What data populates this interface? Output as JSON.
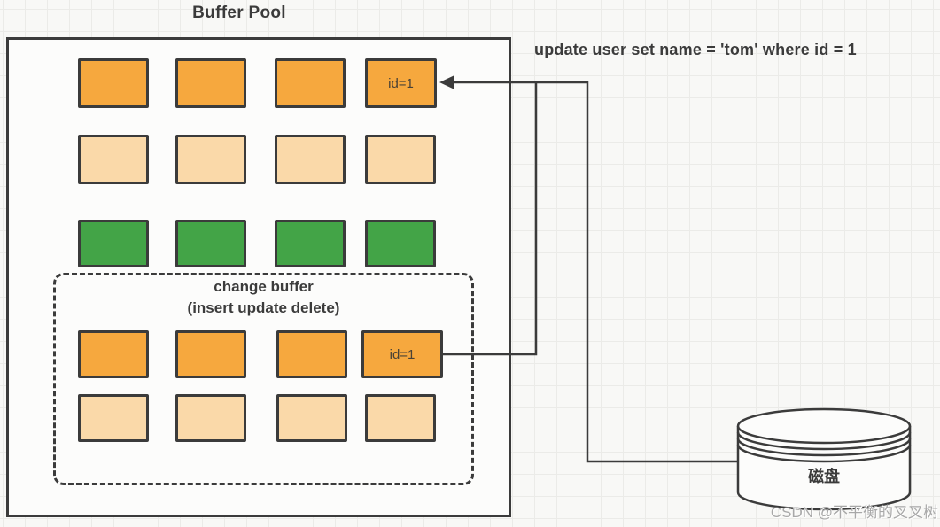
{
  "sql_statement": "update user set name = 'tom' where id = 1",
  "buffer_pool": {
    "label": "Buffer Pool",
    "rows": [
      {
        "name": "dirty-pages",
        "color": "orange",
        "boxes": [
          "",
          "",
          "",
          "id=1"
        ]
      },
      {
        "name": "clean-pages",
        "color": "cream",
        "boxes": [
          "",
          "",
          "",
          ""
        ]
      },
      {
        "name": "free-pages",
        "color": "green",
        "boxes": [
          "",
          "",
          "",
          ""
        ]
      }
    ]
  },
  "change_buffer": {
    "title": "change buffer",
    "subtitle": "(insert update delete)",
    "rows": [
      {
        "name": "change-buffer-pages",
        "color": "orange",
        "boxes": [
          "",
          "",
          "",
          "id=1"
        ]
      },
      {
        "name": "change-buffer-pages-2",
        "color": "cream",
        "boxes": [
          "",
          "",
          "",
          ""
        ]
      }
    ]
  },
  "disk": {
    "label": "磁盘"
  },
  "watermark": "CSDN @不平衡的叉叉树",
  "colors": {
    "orange": "#f6a83e",
    "cream": "#fad9a9",
    "green": "#43a447",
    "line": "#3b3b3b",
    "fill": "#fcfcfb",
    "grid": "#ebebe8"
  }
}
